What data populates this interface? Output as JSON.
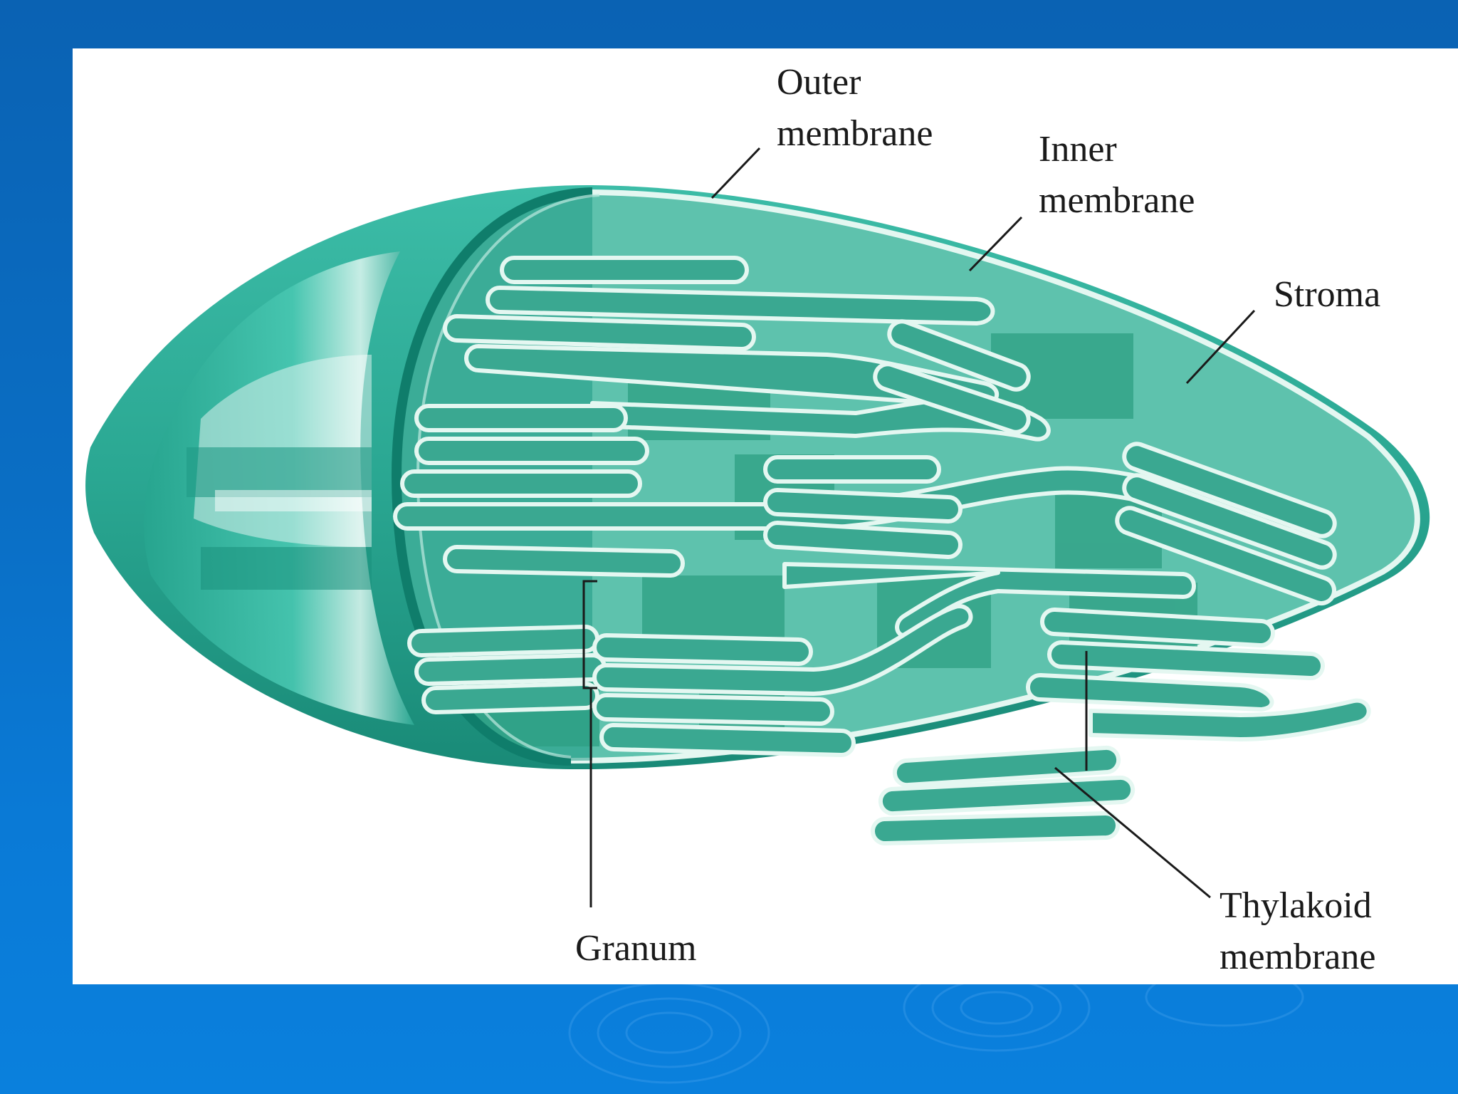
{
  "labels": {
    "outer_membrane": [
      "Outer",
      "membrane"
    ],
    "inner_membrane": [
      "Inner",
      "membrane"
    ],
    "stroma": "Stroma",
    "granum": "Granum",
    "thylakoid_membrane": [
      "Thylakoid",
      "membrane"
    ]
  },
  "colors": {
    "background": "#0a6ec4",
    "panel": "#ffffff",
    "chloroplast_body": "#2fae9c",
    "chloroplast_dark": "#1c8f7c",
    "stroma": "#5ec2ad",
    "grana": "#2d9f83",
    "thylakoid": "#3aa891",
    "membrane_highlight": "#e4f7f1",
    "leader_line": "#1a1a1a"
  }
}
